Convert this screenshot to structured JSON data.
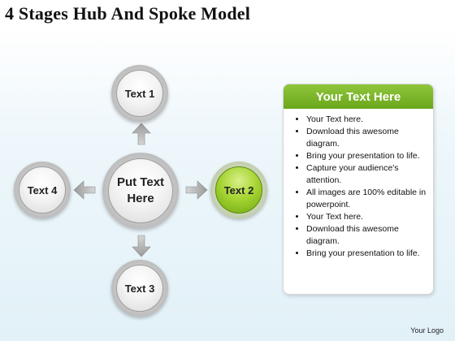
{
  "title": "4 Stages Hub And Spoke Model",
  "hub": {
    "label_line1": "Put Text",
    "label_line2": "Here"
  },
  "spokes": {
    "top": "Text 1",
    "right": "Text 2",
    "bottom": "Text 3",
    "left": "Text 4"
  },
  "panel": {
    "heading": "Your Text Here",
    "bullets": [
      "Your Text here.",
      "Download this awesome diagram.",
      "Bring your presentation to life.",
      "Capture your audience's attention.",
      "All images are 100% editable in powerpoint.",
      "Your Text here.",
      "Download this awesome diagram.",
      "Bring your presentation to life."
    ]
  },
  "footer": {
    "logo": "Your Logo"
  },
  "colors": {
    "accent_green": "#6aa61b",
    "node_grey": "#c4c4c4"
  }
}
